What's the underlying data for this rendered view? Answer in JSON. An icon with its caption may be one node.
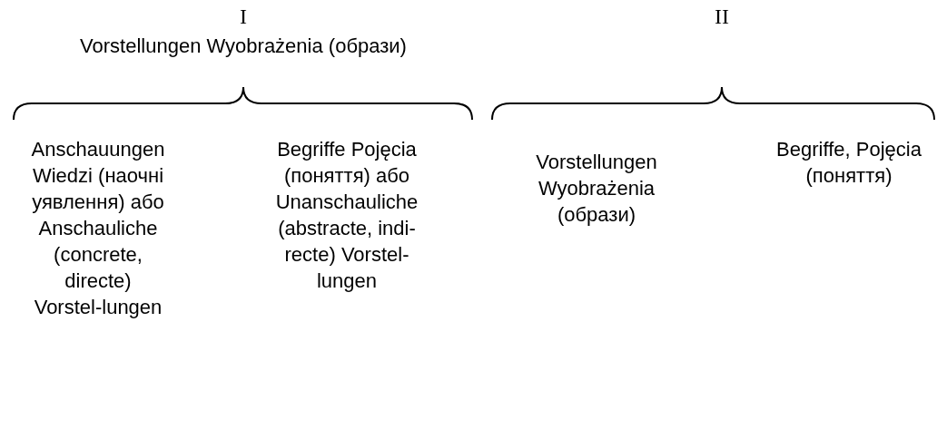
{
  "diagram": {
    "labels": [
      "I",
      "II",
      "Vorstellungen Wyobrażenia (образи)",
      "Anschauungen Wiedzi (наочні уявлення) або Anschauliche (concrete, directe) Vorstel-lungen",
      "Begriffe Pojęcia (поняття) або Unanschauliche (abstracte, indi-recte) Vorstel-lungen",
      "Vorstellungen Wyobrażenia (образи)",
      "Begriffe, Pojęcia (поняття)"
    ]
  }
}
